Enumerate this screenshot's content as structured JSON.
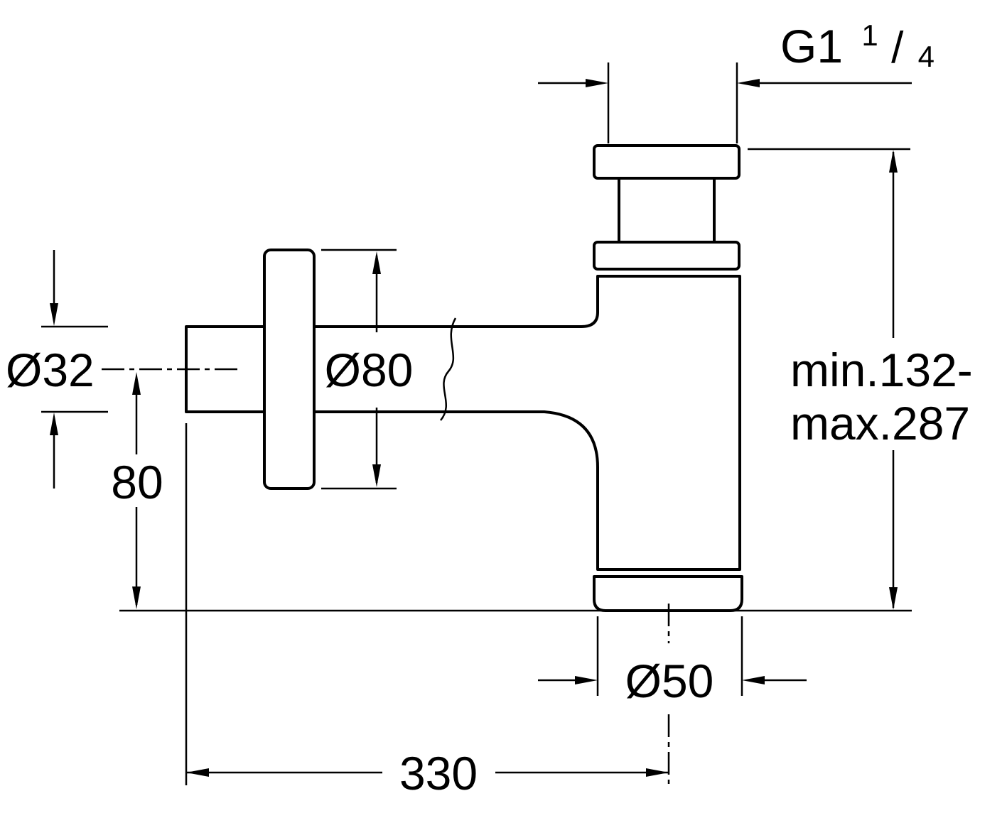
{
  "drawing": {
    "background": "#ffffff",
    "line_color": "#000000",
    "labels": {
      "thread_size": {
        "base": "G1",
        "numerator": "1",
        "slash": "/",
        "denominator": "4"
      },
      "inlet_pipe_diameter": "Ø32",
      "rosette_diameter": "Ø80",
      "outlet_center_height": "80",
      "height_range_line1": "min.132-",
      "height_range_line2": "max.287",
      "trap_body_diameter": "Ø50",
      "overall_length": "330"
    }
  }
}
